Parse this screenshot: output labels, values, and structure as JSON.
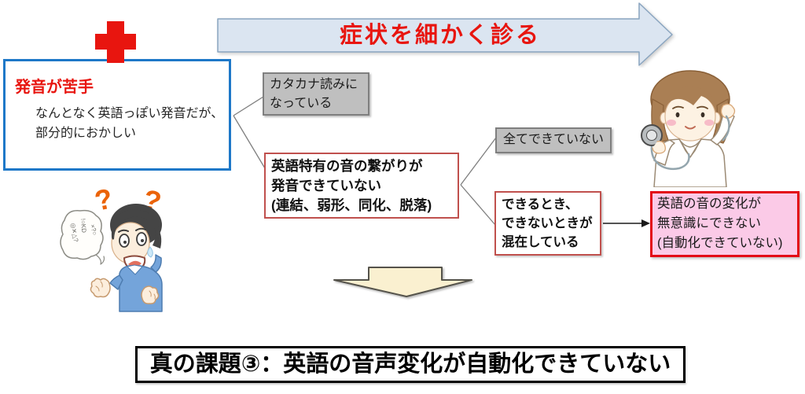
{
  "flow": {
    "arrow_label": "症状を細かく診る"
  },
  "symptom_box": {
    "title": "発音が苦手",
    "body": [
      "なんとなく英語っぽい発音だが、",
      "部分的におかしい"
    ]
  },
  "branch_katakana": {
    "lines": [
      "カタカナ読みに",
      "なっている"
    ]
  },
  "branch_linking": {
    "lines": [
      "英語特有の音の繋がりが",
      "発音できていない",
      "(連結、弱形、同化、脱落)"
    ]
  },
  "branch_all_failing": {
    "label": "全てできていない"
  },
  "branch_mixed": {
    "lines": [
      "できるとき、",
      "できないときが",
      "混在している"
    ]
  },
  "diagnosis": {
    "lines": [
      "英語の音の変化が",
      "無意識にできない",
      "(自動化できていない)"
    ]
  },
  "conclusion": {
    "label": "真の課題③：英語の音声変化が自動化できていない"
  },
  "decorations": {
    "question_mark": "?",
    "speech_scribbles": [
      "◎✕△?",
      "!○KD",
      "×?○"
    ]
  },
  "icons": {
    "red_cross": "red-cross-icon",
    "doctor": "doctor-illustration",
    "confused_man": "confused-man-illustration",
    "flow_arrow": "flow-right-arrow",
    "down_arrow": "down-block-arrow"
  },
  "colors": {
    "accent_red": "#e8150f",
    "flow_arrow_fill": "#dbe5f1",
    "flow_arrow_border": "#8aa5c0",
    "symptom_border_blue": "#1e78c8",
    "gray_fill": "#bfbfbf",
    "gray_border": "#7f7f7f",
    "red_box_border": "#c0504d",
    "diagnosis_fill": "#fbcae7",
    "diagnosis_border": "#e30b17",
    "down_arrow_fill": "#faf0d0"
  }
}
